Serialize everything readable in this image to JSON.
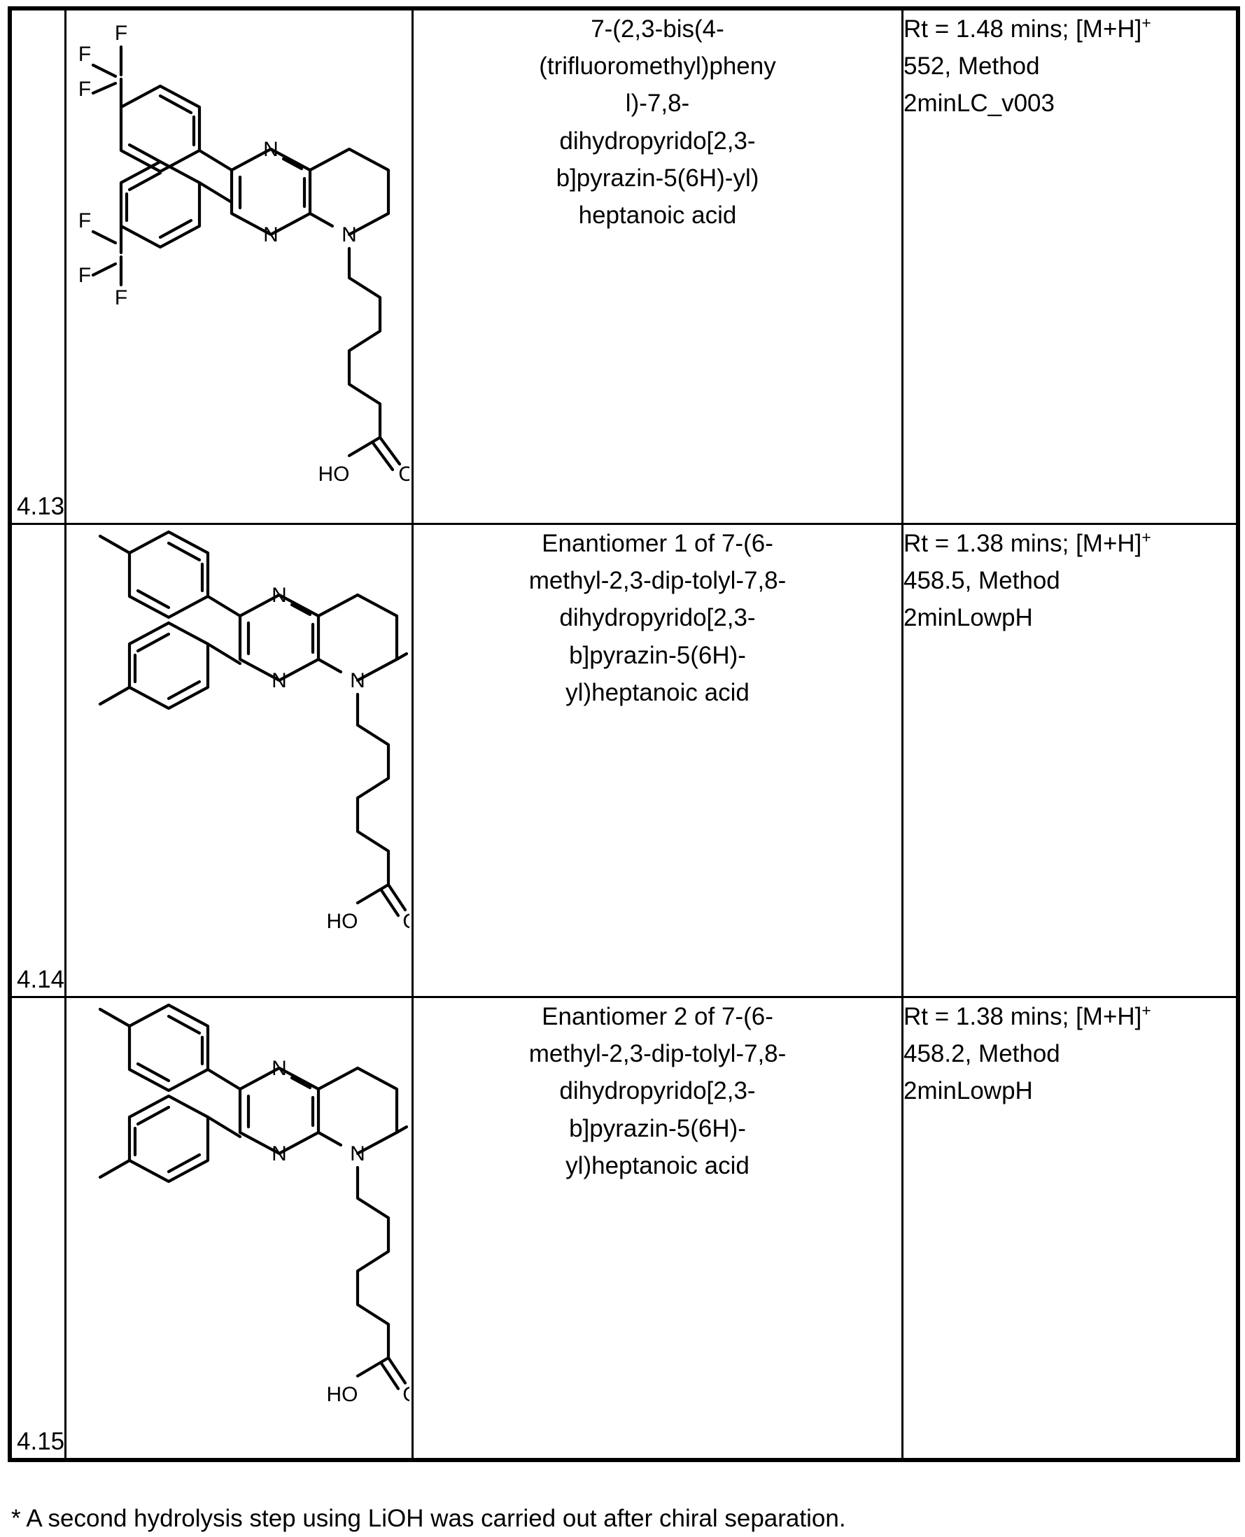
{
  "table": {
    "rows": [
      {
        "id": "4.13",
        "structure_name": "7-(2,3-bis(4-(trifluoromethyl)phenyl)-7,8-dihydropyrido[2,3-b]pyrazin-5(6H)-yl)heptanoic acid structure",
        "structure_atom_labels": [
          "F",
          "F",
          "F",
          "F",
          "F",
          "F",
          "N",
          "N",
          "N",
          "HO",
          "O"
        ],
        "name_lines": [
          "7-(2,3-bis(4-",
          "(trifluoromethyl)pheny",
          "l)-7,8-",
          "dihydropyrido[2,3-",
          "b]pyrazin-5(6H)-yl)",
          "heptanoic acid"
        ],
        "analytics": {
          "line1_prefix": "Rt = 1.48 mins; [M+H]",
          "line1_superscript": "+",
          "line2": "552, Method",
          "line3": "2minLC_v003"
        }
      },
      {
        "id": "4.14",
        "structure_name": "Enantiomer 1 of 7-(6-methyl-2,3-dip-tolyl-7,8-dihydropyrido[2,3-b]pyrazin-5(6H)-yl)heptanoic acid structure",
        "structure_atom_labels": [
          "N",
          "N",
          "N",
          "HO",
          "O"
        ],
        "name_lines": [
          "Enantiomer 1 of 7-(6-",
          "methyl-2,3-dip-tolyl-7,8-",
          "dihydropyrido[2,3-",
          "b]pyrazin-5(6H)-",
          "yl)heptanoic acid"
        ],
        "analytics": {
          "line1_prefix": "Rt = 1.38 mins; [M+H]",
          "line1_superscript": "+",
          "line2": "458.5, Method",
          "line3": "2minLowpH"
        }
      },
      {
        "id": "4.15",
        "structure_name": "Enantiomer 2 of 7-(6-methyl-2,3-dip-tolyl-7,8-dihydropyrido[2,3-b]pyrazin-5(6H)-yl)heptanoic acid structure",
        "structure_atom_labels": [
          "N",
          "N",
          "N",
          "HO",
          "O"
        ],
        "name_lines": [
          "Enantiomer 2 of 7-(6-",
          "methyl-2,3-dip-tolyl-7,8-",
          "dihydropyrido[2,3-",
          "b]pyrazin-5(6H)-",
          "yl)heptanoic acid"
        ],
        "analytics": {
          "line1_prefix": "Rt = 1.38 mins; [M+H]",
          "line1_superscript": "+",
          "line2": "458.2, Method",
          "line3": "2minLowpH"
        }
      }
    ]
  },
  "footnote": "* A second hydrolysis step using LiOH was carried out after chiral separation.",
  "atom_labels": {
    "fluorine": "F",
    "nitrogen": "N",
    "hydroxyl": "HO",
    "oxygen": "O"
  }
}
